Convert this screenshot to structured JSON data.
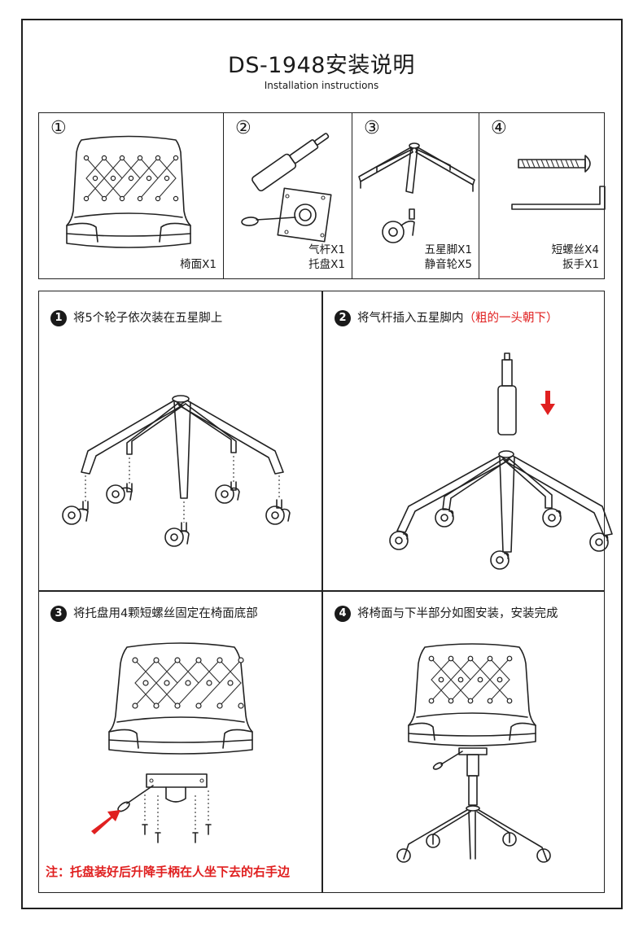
{
  "header": {
    "title": "DS-1948安装说明",
    "subtitle": "Installation instructions"
  },
  "parts": [
    {
      "number": "①",
      "label": "椅面X1",
      "icon": "chair-seat-icon"
    },
    {
      "number": "②",
      "label": "气杆X1\n托盘X1",
      "icon": "gas-lift-and-tray-icon"
    },
    {
      "number": "③",
      "label": "五星脚X1\n静音轮X5",
      "icon": "star-base-and-caster-icon"
    },
    {
      "number": "④",
      "label": "短螺丝X4\n扳手X1",
      "icon": "screw-and-wrench-icon"
    }
  ],
  "steps": [
    {
      "number": "1",
      "text": "将5个轮子依次装在五星脚上",
      "highlight": ""
    },
    {
      "number": "2",
      "text": "将气杆插入五星脚内",
      "highlight": "（粗的一头朝下）"
    },
    {
      "number": "3",
      "text": "将托盘用4颗短螺丝固定在椅面底部",
      "highlight": ""
    },
    {
      "number": "4",
      "text": "将椅面与下半部分如图安装，安装完成",
      "highlight": ""
    }
  ],
  "note": "注：托盘装好后升降手柄在人坐下去的右手边",
  "colors": {
    "accent_red": "#e02020",
    "line": "#222222",
    "background": "#ffffff"
  }
}
